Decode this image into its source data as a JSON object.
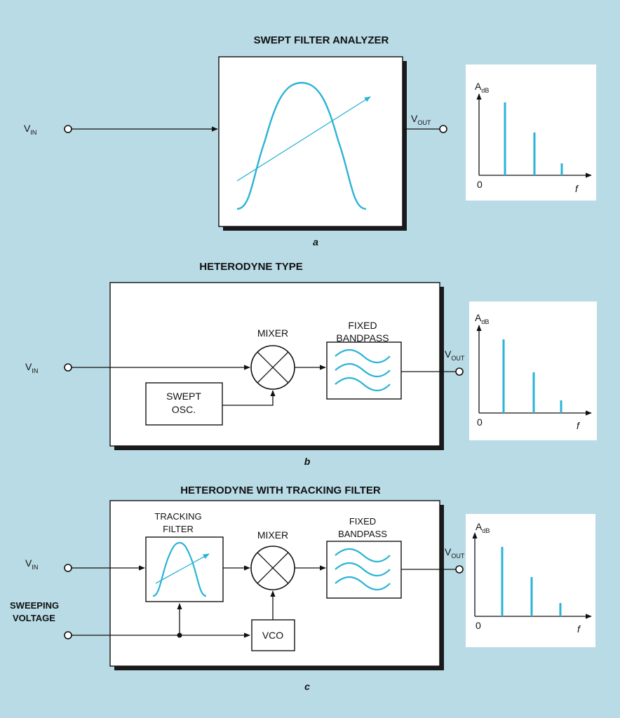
{
  "colors": {
    "background": "#b9dbe6",
    "accent": "#2bb3d6",
    "ink": "#111111"
  },
  "panel_a": {
    "title": "SWEPT FILTER ANALYZER",
    "caption": "a",
    "input_label": "V",
    "input_sub": "IN",
    "output_label": "V",
    "output_sub": "OUT",
    "spectrum": {
      "y_label": "A",
      "y_sub": "dB",
      "x_label": "f",
      "origin": "0",
      "line_levels": [
        0.85,
        0.5,
        0.14
      ]
    }
  },
  "panel_b": {
    "title": "HETERODYNE TYPE",
    "caption": "b",
    "input_label": "V",
    "input_sub": "IN",
    "output_label": "V",
    "output_sub": "OUT",
    "mixer_label": "MIXER",
    "bandpass_label_1": "FIXED",
    "bandpass_label_2": "BANDPASS",
    "osc_label_1": "SWEPT",
    "osc_label_2": "OSC.",
    "spectrum": {
      "y_label": "A",
      "y_sub": "dB",
      "x_label": "f",
      "origin": "0",
      "line_levels": [
        0.85,
        0.5,
        0.14
      ]
    }
  },
  "panel_c": {
    "title": "HETERODYNE WITH TRACKING FILTER",
    "caption": "c",
    "input_label": "V",
    "input_sub": "IN",
    "output_label": "V",
    "output_sub": "OUT",
    "tracking_label_1": "TRACKING",
    "tracking_label_2": "FILTER",
    "mixer_label": "MIXER",
    "bandpass_label_1": "FIXED",
    "bandpass_label_2": "BANDPASS",
    "sweep_label_1": "SWEEPING",
    "sweep_label_2": "VOLTAGE",
    "vco_label": "VCO",
    "spectrum": {
      "y_label": "A",
      "y_sub": "dB",
      "x_label": "f",
      "origin": "0",
      "line_levels": [
        0.85,
        0.5,
        0.14
      ]
    }
  }
}
